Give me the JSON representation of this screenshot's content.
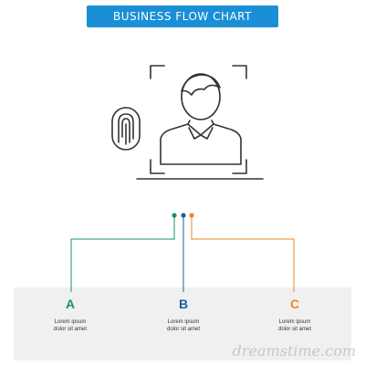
{
  "title": "BUSINESS FLOW CHART",
  "icon": "user-fingerprint-scan-icon",
  "colors": {
    "banner": "#1a8fd6",
    "branch_a": "#1a8f7a",
    "branch_b": "#1a5e9c",
    "branch_c": "#e8892a",
    "line_art": "#333333",
    "panel_background": "#f0f0f0"
  },
  "branches": [
    {
      "letter": "A",
      "line1": "Lorem ipsum",
      "line2": "dolor sit amet"
    },
    {
      "letter": "B",
      "line1": "Lorem ipsum",
      "line2": "dolor sit amet"
    },
    {
      "letter": "C",
      "line1": "Lorem ipsum",
      "line2": "dolor sit amet"
    }
  ],
  "watermark": "dreamstime.com"
}
